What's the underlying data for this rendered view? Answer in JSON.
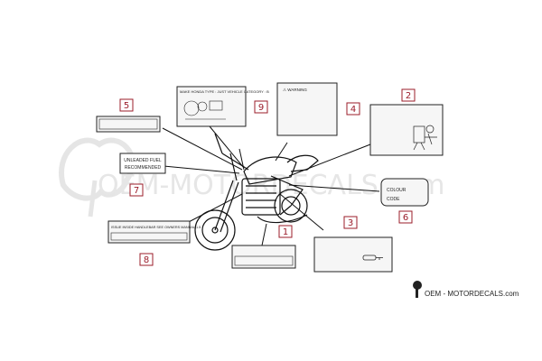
{
  "callouts": [
    {
      "id": "1",
      "label": "1"
    },
    {
      "id": "2",
      "label": "2"
    },
    {
      "id": "3",
      "label": "3"
    },
    {
      "id": "4",
      "label": "4"
    },
    {
      "id": "5",
      "label": "5"
    },
    {
      "id": "6",
      "label": "6"
    },
    {
      "id": "7",
      "label": "7"
    },
    {
      "id": "8",
      "label": "8"
    },
    {
      "id": "9",
      "label": "9"
    }
  ],
  "decals": {
    "warning": "⚠ WARNING",
    "unleaded_line1": "UNLEADED FUEL",
    "unleaded_line2": "RECOMMENDED",
    "colour_line1": "COLOUR",
    "colour_line2": "CODE",
    "vehicle_id_text": "MAKE HONDA TYPE : JUST VEHICLE CATEGORY : B",
    "long_label_text": "ISSUE INSIDE HANDLEBAR SEE OWNERS MANUAL 1.5"
  },
  "watermark": {
    "text": "OEM-MOTORDECALS.com"
  },
  "footer": {
    "brand": "OEM - MOTORDECALS.com"
  },
  "colors": {
    "callout": "#9b1c2a",
    "line": "#111111",
    "watermark": "#e6e6e6"
  }
}
